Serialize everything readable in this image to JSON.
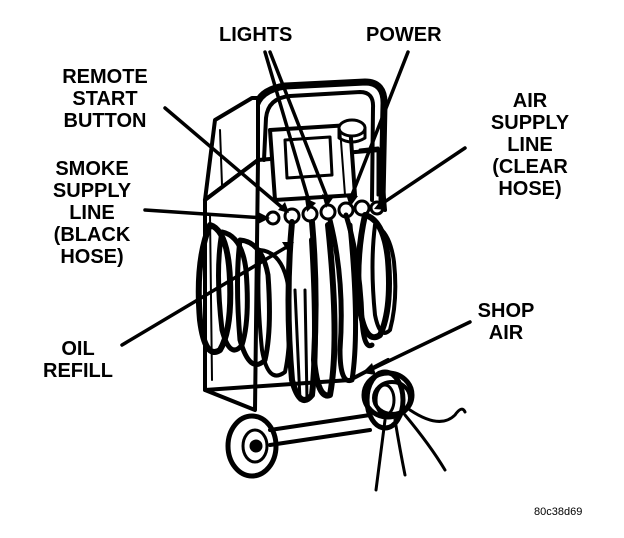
{
  "labels": {
    "lights": "LIGHTS",
    "power": "POWER",
    "remote_start_button": [
      "REMOTE",
      "START",
      "BUTTON"
    ],
    "air_supply_line": [
      "AIR",
      "SUPPLY",
      "LINE",
      "(CLEAR",
      "HOSE)"
    ],
    "smoke_supply_line": [
      "SMOKE",
      "SUPPLY",
      "LINE",
      "(BLACK",
      "HOSE)"
    ],
    "oil_refill": [
      "OIL",
      "REFILL"
    ],
    "shop_air": [
      "SHOP",
      "AIR"
    ]
  },
  "figure_code": "80c38d69"
}
